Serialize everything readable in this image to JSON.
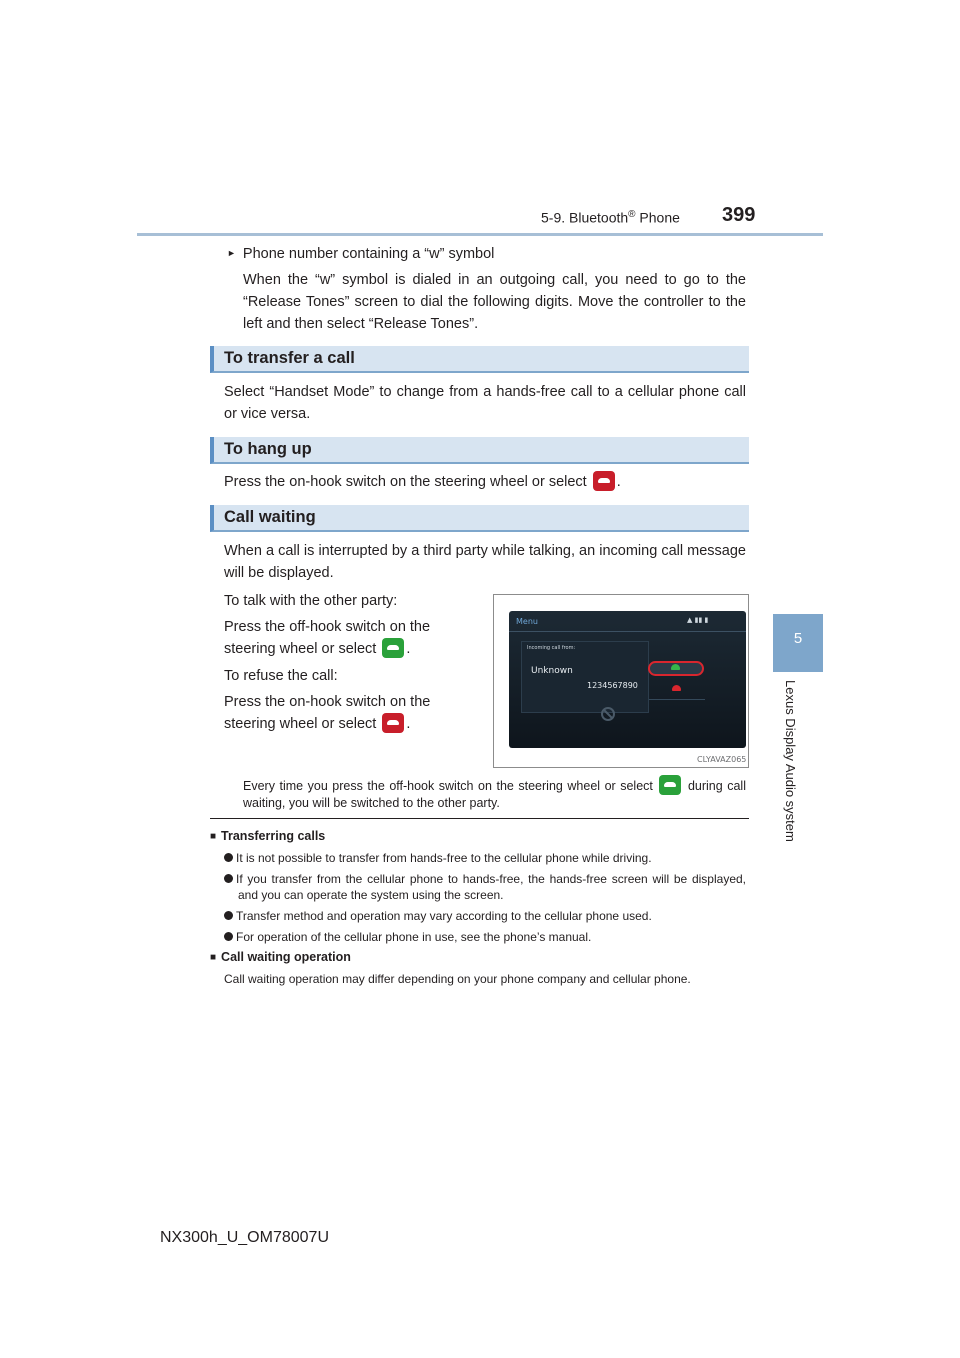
{
  "header": {
    "section_prefix": "5-9. Bluetooth",
    "section_reg": "®",
    "section_suffix": " Phone",
    "page_number": "399"
  },
  "side_tab": {
    "chapter_number": "5",
    "chapter_title": "Lexus Display Audio system"
  },
  "intro": {
    "bullet_title": "Phone number containing a “w” symbol",
    "bullet_text": "When the “w” symbol is dialed in an outgoing call, you need to go to the “Release Tones” screen to dial the following digits. Move the controller to the left and then select “Release Tones”."
  },
  "sections": [
    {
      "title": "To transfer a call",
      "text": "Select “Handset Mode” to change from a hands-free call to a cellular phone call or vice versa."
    },
    {
      "title": "To hang up",
      "text_before_icon": "Press the on-hook switch on the steering wheel or select",
      "text_after_icon": "."
    },
    {
      "title": "Call waiting",
      "text": "When a call is interrupted by a third party while talking, an incoming call message will be displayed.",
      "talk_label": "To talk with the other party:",
      "talk_text": "Press the off-hook switch on the steering wheel or select",
      "refuse_label": "To refuse the call:",
      "refuse_text": "Press the on-hook switch on the steering wheel or select",
      "period": ".",
      "note_before_icon": "Every time you press the off-hook switch on the steering wheel or select",
      "note_after_icon": "during call waiting, you will be switched to the other party."
    }
  ],
  "screen": {
    "menu_label": "Menu",
    "incoming_label": "Incoming call from:",
    "caller_name": "Unknown",
    "caller_number": "1234567890",
    "image_code": "CLYAVAZ065"
  },
  "notes": [
    {
      "heading": "Transferring calls",
      "items": [
        "It is not possible to transfer from hands-free to the cellular phone while driving.",
        "If you transfer from the cellular phone to hands-free, the hands-free screen will be displayed, and you can operate the system using the screen.",
        "Transfer method and operation may vary according to the cellular phone used.",
        "For operation of the cellular phone in use, see the phone’s manual."
      ]
    },
    {
      "heading": "Call waiting operation",
      "text": "Call waiting operation may differ depending on your phone company and cellular phone."
    }
  ],
  "footer": {
    "doc_code": "NX300h_U_OM78007U"
  },
  "colors": {
    "section_bar_bg": "#d7e4f1",
    "section_bar_accent": "#5b8fc4",
    "side_tab": "#7ea6cb",
    "end_call_red": "#c81e2a",
    "answer_green": "#2aa13a"
  }
}
